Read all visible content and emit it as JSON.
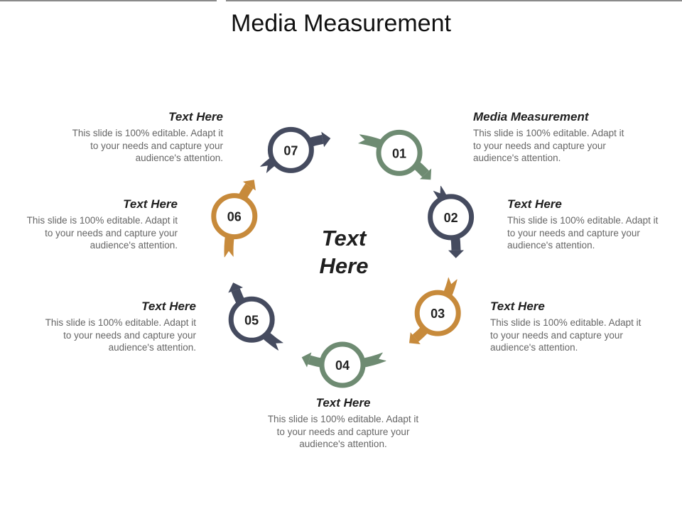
{
  "title": "Media Measurement",
  "center_text": {
    "line1": "Text",
    "line2": "Here"
  },
  "colors": {
    "navy": "#454b5f",
    "green": "#6e8b72",
    "orange": "#c78a3b"
  },
  "steps": [
    {
      "num": "01",
      "color": "green",
      "heading": "Media Measurement",
      "body": "This slide is 100% editable. Adapt it to your needs and capture your audience's attention."
    },
    {
      "num": "02",
      "color": "navy",
      "heading": "Text Here",
      "body": "This slide is 100% editable. Adapt it to your needs and capture your audience's attention."
    },
    {
      "num": "03",
      "color": "orange",
      "heading": "Text Here",
      "body": "This slide is 100% editable. Adapt it to your needs and capture your audience's attention."
    },
    {
      "num": "04",
      "color": "green",
      "heading": "Text Here",
      "body": "This slide is 100% editable. Adapt it to your needs and capture your audience's attention."
    },
    {
      "num": "05",
      "color": "navy",
      "heading": "Text Here",
      "body": "This slide is 100% editable. Adapt it to your needs and capture your audience's attention."
    },
    {
      "num": "06",
      "color": "orange",
      "heading": "Text Here",
      "body": "This slide is 100% editable. Adapt it to your needs and capture your audience's attention."
    },
    {
      "num": "07",
      "color": "navy",
      "heading": "Text Here",
      "body": "This slide is 100% editable. Adapt it to your needs and capture your audience's attention."
    }
  ]
}
